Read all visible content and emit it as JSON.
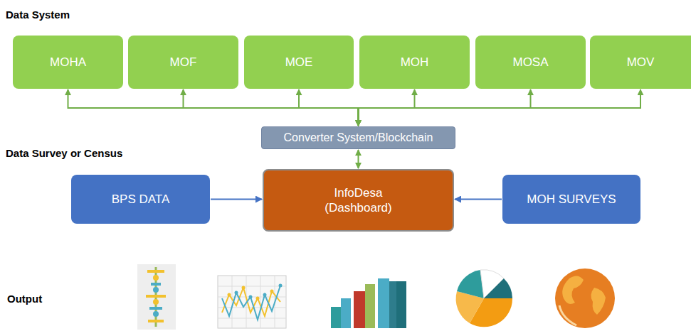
{
  "diagram": {
    "nodes": [
      {
        "text": [
          "MOHA"
        ]
      },
      {
        "text": [
          "MOF"
        ]
      },
      {
        "text": [
          "MOE"
        ]
      },
      {
        "text": [
          "MOH"
        ]
      },
      {
        "text": [
          "MOSA"
        ]
      },
      {
        "text": [
          "MOV"
        ]
      },
      {
        "text": [
          "Converter System/Blockchain"
        ]
      },
      {
        "text": [
          "BPS DATA"
        ]
      },
      {
        "text": [
          "InfoDesa (Dashboard)"
        ]
      },
      {
        "text": [
          "MOH SURVEYS"
        ]
      }
    ],
    "edges": [
      {
        "from": 0,
        "to": 6,
        "arrow": "both"
      },
      {
        "from": 1,
        "to": 6,
        "arrow": "both"
      },
      {
        "from": 2,
        "to": 6,
        "arrow": "both"
      },
      {
        "from": 3,
        "to": 6,
        "arrow": "both"
      },
      {
        "from": 4,
        "to": 6,
        "arrow": "both"
      },
      {
        "from": 5,
        "to": 6,
        "arrow": "both"
      },
      {
        "from": 6,
        "to": 8,
        "arrow": "both"
      },
      {
        "from": 7,
        "to": 8,
        "arrow": "to"
      },
      {
        "from": 9,
        "to": 8,
        "arrow": "to"
      }
    ],
    "labels": [
      "Data System",
      "Data Survey or Census",
      "Output"
    ]
  }
}
